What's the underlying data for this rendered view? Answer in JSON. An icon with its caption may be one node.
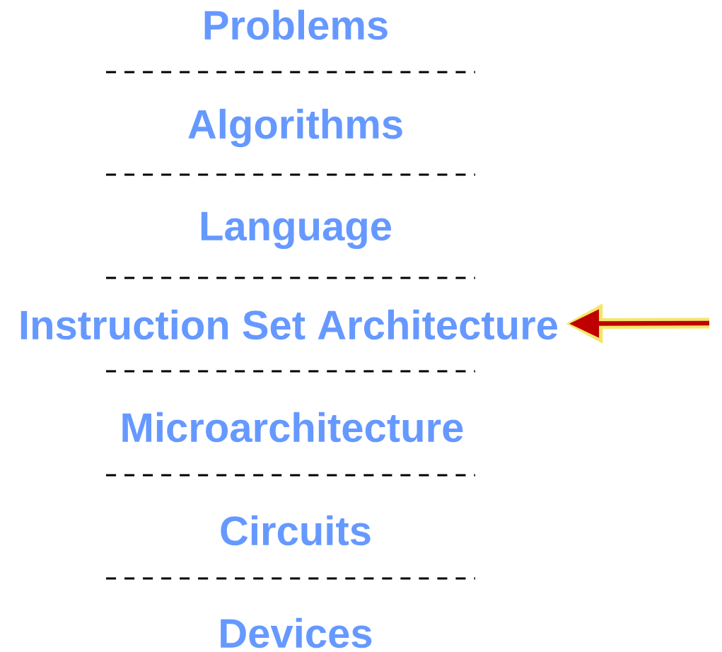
{
  "diagram": {
    "nodes": [
      {
        "text": [
          "Problems"
        ]
      },
      {
        "text": [
          "Algorithms"
        ]
      },
      {
        "text": [
          "Language"
        ]
      },
      {
        "text": [
          "Instruction Set Architecture"
        ]
      },
      {
        "text": [
          "Microarchitecture"
        ]
      },
      {
        "text": [
          "Circuits"
        ]
      },
      {
        "text": [
          "Devices"
        ]
      }
    ],
    "edges": [
      {
        "from": null,
        "to": 3,
        "arrow": "to"
      }
    ]
  }
}
